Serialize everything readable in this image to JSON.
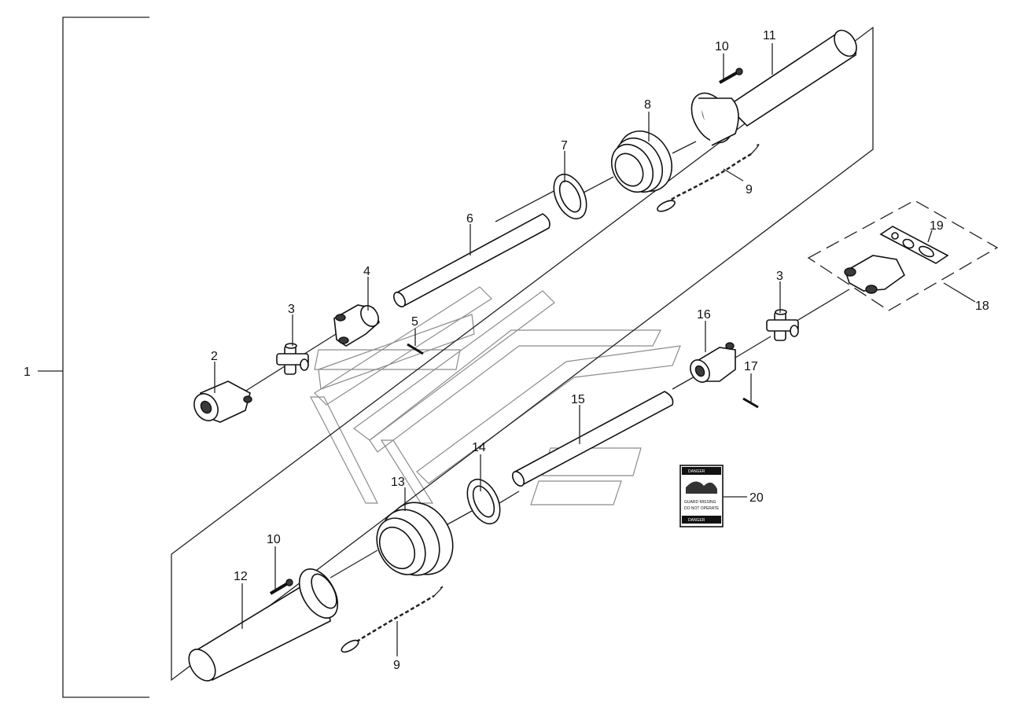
{
  "callouts": [
    {
      "id": "1",
      "label": "1"
    },
    {
      "id": "2",
      "label": "2"
    },
    {
      "id": "3a",
      "label": "3"
    },
    {
      "id": "3b",
      "label": "3"
    },
    {
      "id": "4",
      "label": "4"
    },
    {
      "id": "5",
      "label": "5"
    },
    {
      "id": "6",
      "label": "6"
    },
    {
      "id": "7",
      "label": "7"
    },
    {
      "id": "8",
      "label": "8"
    },
    {
      "id": "9a",
      "label": "9"
    },
    {
      "id": "9b",
      "label": "9"
    },
    {
      "id": "10a",
      "label": "10"
    },
    {
      "id": "10b",
      "label": "10"
    },
    {
      "id": "11",
      "label": "11"
    },
    {
      "id": "12",
      "label": "12"
    },
    {
      "id": "13",
      "label": "13"
    },
    {
      "id": "14",
      "label": "14"
    },
    {
      "id": "15",
      "label": "15"
    },
    {
      "id": "16",
      "label": "16"
    },
    {
      "id": "17",
      "label": "17"
    },
    {
      "id": "18",
      "label": "18"
    },
    {
      "id": "19",
      "label": "19"
    },
    {
      "id": "20",
      "label": "20"
    }
  ],
  "decal": {
    "header_top": "DANGER",
    "body_line_1": "GUARD MISSING",
    "body_line_2": "DO NOT OPERATE",
    "header_bottom": "DANGER"
  }
}
